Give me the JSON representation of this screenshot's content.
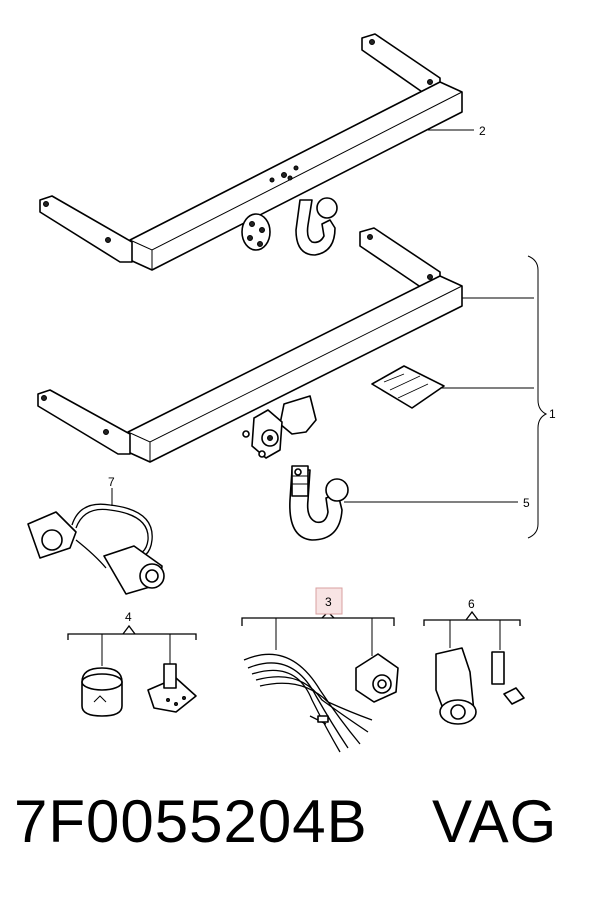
{
  "callouts": {
    "c1": "1",
    "c2": "2",
    "c3": "3",
    "c4": "4",
    "c5": "5",
    "c6": "6",
    "c7": "7"
  },
  "footer": {
    "part_number": "7F0055204B",
    "brand": "VAG"
  },
  "colors": {
    "highlight": "#f8e4e4",
    "line": "#000000"
  }
}
